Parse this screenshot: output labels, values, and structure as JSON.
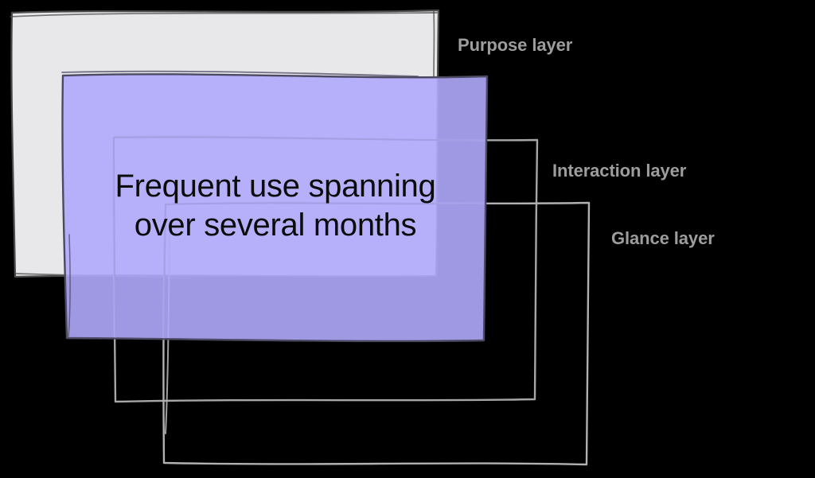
{
  "diagram": {
    "center_box": {
      "lines": [
        "Frequent use spanning",
        "over several months"
      ]
    },
    "labels": {
      "purpose": "Purpose layer",
      "interaction": "Interaction layer",
      "glance": "Glance layer"
    },
    "colors": {
      "background": "#000000",
      "purpose_fill": "#e8e8ea",
      "purpose_stroke": "#4b4b4b",
      "frequent_fill": "#b0a8fc",
      "frequent_stroke": "#4c4a63",
      "interaction_stroke": "#a7a7a7",
      "glance_stroke": "#b1b1b1",
      "ghost_line": "#9d97d6",
      "label_text": "#9d9d9d",
      "center_text": "#0c0c0c"
    }
  }
}
